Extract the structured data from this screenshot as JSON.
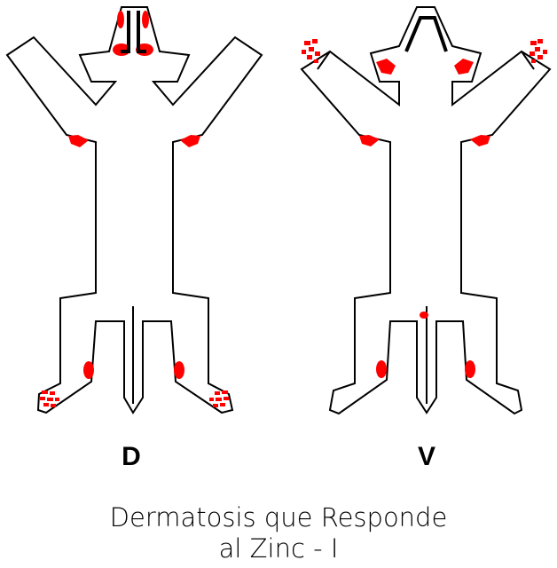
{
  "views": [
    {
      "id": "dorsal",
      "label": "D"
    },
    {
      "id": "ventral",
      "label": "V"
    }
  ],
  "caption": {
    "line1": "Dermatosis que Responde",
    "line2": "al Zinc - I"
  },
  "colors": {
    "outline": "#000000",
    "lesion": "#ff0000",
    "background": "#ffffff"
  }
}
